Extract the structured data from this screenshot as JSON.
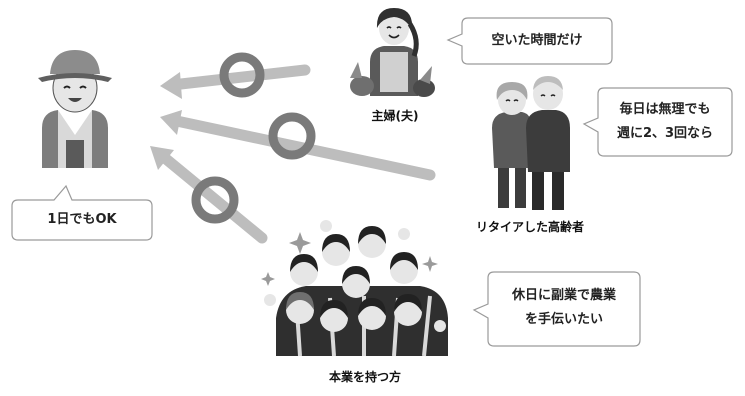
{
  "farmer": {
    "bubble_text": "1日でもOK",
    "icon": "farmer-icon"
  },
  "workers": [
    {
      "key": "homemaker",
      "caption": "主婦(夫)",
      "bubble_lines": [
        "空いた時間だけ"
      ],
      "icon": "homemaker-icon"
    },
    {
      "key": "senior",
      "caption": "リタイアした高齢者",
      "bubble_lines": [
        "毎日は無理でも",
        "週に2、3回なら"
      ],
      "icon": "senior-couple-icon"
    },
    {
      "key": "employed",
      "caption": "本業を持つ方",
      "bubble_lines": [
        "休日に副業で農業",
        "を手伝いたい"
      ],
      "icon": "office-workers-icon"
    }
  ],
  "match_symbol": "circle-ok-icon",
  "colors": {
    "arrow": "#bdbdbd",
    "ok_circle": "#7a7a7a",
    "bubble_stroke": "#9a9a9a",
    "figure_dark": "#3c3c3c",
    "figure_mid": "#7d7d7d",
    "figure_light": "#d9d9d9"
  }
}
